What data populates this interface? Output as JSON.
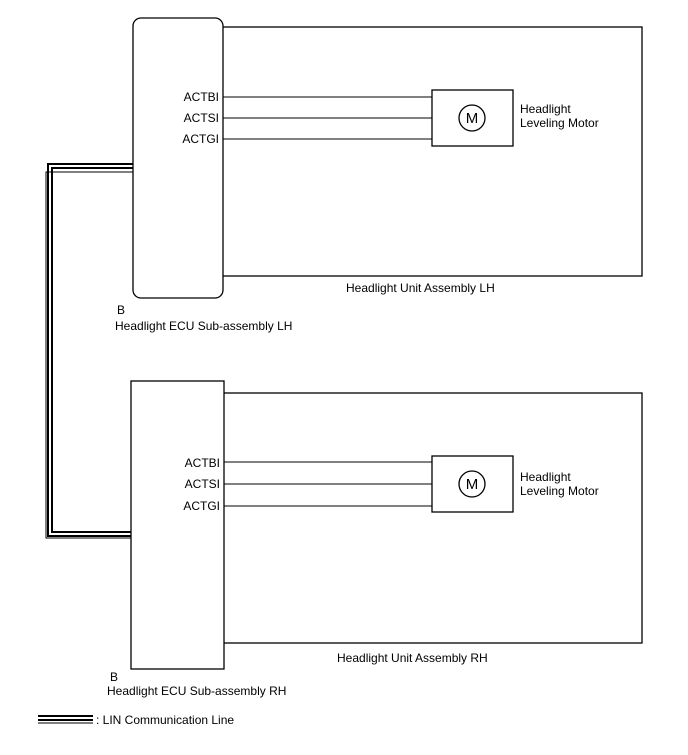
{
  "lh": {
    "unit_label": "Headlight Unit Assembly LH",
    "ecu_connector": "B",
    "ecu_label": "Headlight ECU Sub-assembly LH",
    "pins": [
      "ACTBI",
      "ACTSI",
      "ACTGI"
    ],
    "motor_symbol": "M",
    "motor_label_line1": "Headlight",
    "motor_label_line2": "Leveling Motor"
  },
  "rh": {
    "unit_label": "Headlight Unit Assembly RH",
    "ecu_connector": "B",
    "ecu_label": "Headlight ECU Sub-assembly RH",
    "pins": [
      "ACTBI",
      "ACTSI",
      "ACTGI"
    ],
    "motor_symbol": "M",
    "motor_label_line1": "Headlight",
    "motor_label_line2": "Leveling Motor"
  },
  "legend": {
    "label": ": LIN Communication Line"
  }
}
